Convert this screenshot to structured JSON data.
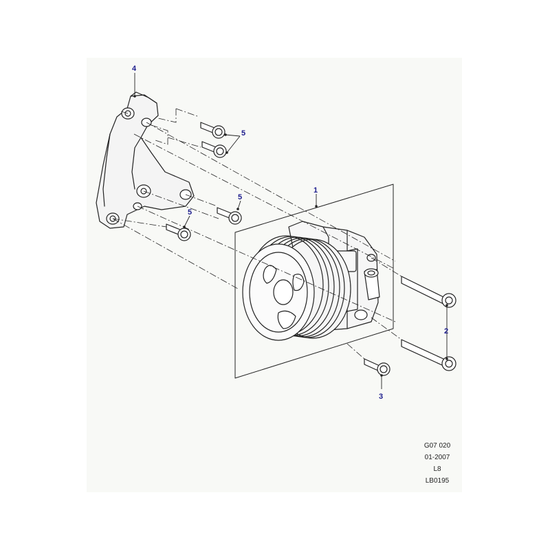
{
  "callouts": [
    {
      "id": "c1",
      "label": "1"
    },
    {
      "id": "c2",
      "label": "2"
    },
    {
      "id": "c3",
      "label": "3"
    },
    {
      "id": "c4",
      "label": "4"
    },
    {
      "id": "c5a",
      "label": "5"
    },
    {
      "id": "c5b",
      "label": "5"
    },
    {
      "id": "c5c",
      "label": "5"
    }
  ],
  "reference": {
    "code": "G07 020",
    "date": "01-2007",
    "model": "L8",
    "drawing_number": "LB0195"
  },
  "colors": {
    "panel_background": "#f8f9f6",
    "line": "#222222",
    "callout_text": "#1c1c8c"
  }
}
